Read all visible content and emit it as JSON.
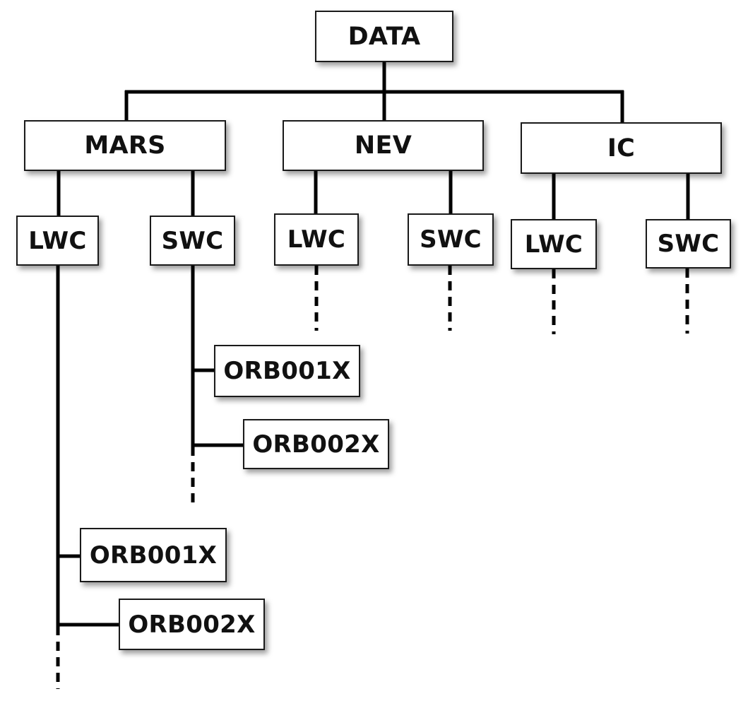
{
  "root": {
    "label": "DATA"
  },
  "groups": [
    {
      "label": "MARS",
      "children": [
        {
          "label": "LWC"
        },
        {
          "label": "SWC"
        }
      ]
    },
    {
      "label": "NEV",
      "children": [
        {
          "label": "LWC"
        },
        {
          "label": "SWC"
        }
      ]
    },
    {
      "label": "IC",
      "children": [
        {
          "label": "LWC"
        },
        {
          "label": "SWC"
        }
      ]
    }
  ],
  "mars_swc_orbits": [
    {
      "label": "ORB001X"
    },
    {
      "label": "ORB002X"
    }
  ],
  "mars_lwc_orbits": [
    {
      "label": "ORB001X"
    },
    {
      "label": "ORB002X"
    }
  ],
  "colors": {
    "line": "#000000",
    "box_border": "#1a1a1a",
    "box_fill": "#ffffff",
    "text": "#111111"
  }
}
